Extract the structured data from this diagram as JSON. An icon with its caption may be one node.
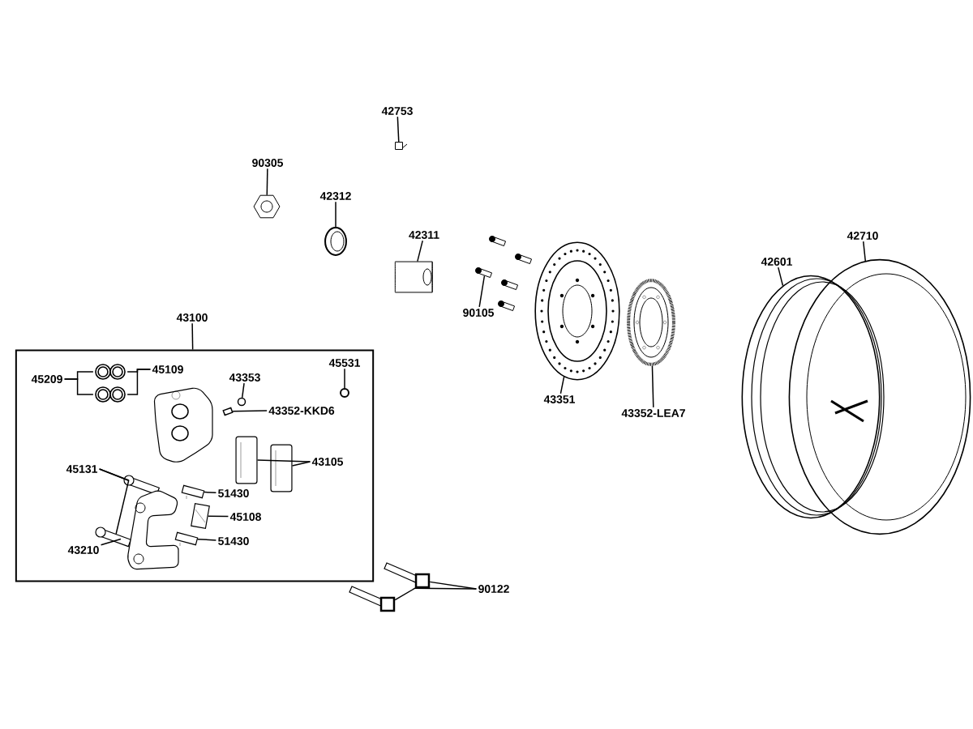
{
  "diagram": {
    "nodes": [
      {
        "text": [
          "42753"
        ]
      },
      {
        "text": [],
        "shape": "box"
      },
      {
        "text": [
          "90305"
        ]
      },
      {
        "text": [],
        "shape": "picture"
      },
      {
        "text": [
          "42312"
        ]
      },
      {
        "text": [],
        "shape": "picture"
      },
      {
        "text": [
          "42311"
        ]
      },
      {
        "text": [],
        "shape": "cylinder"
      },
      {
        "text": [
          "90105"
        ]
      },
      {
        "text": [],
        "shape": "box"
      },
      {
        "text": [
          "43351"
        ]
      },
      {
        "text": [],
        "shape": "picture"
      },
      {
        "text": [
          "43352-LEA7"
        ]
      },
      {
        "text": [],
        "shape": "picture"
      },
      {
        "text": [
          "42601"
        ]
      },
      {
        "text": [
          "42710"
        ]
      },
      {
        "text": [],
        "shape": "picture"
      },
      {
        "text": [],
        "shape": "picture"
      },
      {
        "text": [
          "43100"
        ]
      },
      {
        "text": [],
        "shape": "box"
      },
      {
        "text": [
          "45209"
        ],
        "in": 19
      },
      {
        "text": [
          "45109"
        ],
        "in": 19
      },
      {
        "text": [],
        "shape": "picture",
        "in": 19
      },
      {
        "text": [],
        "shape": "picture",
        "in": 19
      },
      {
        "text": [
          "43353"
        ],
        "in": 19
      },
      {
        "text": [],
        "shape": "circle",
        "in": 19
      },
      {
        "text": [
          "43352-KKD6"
        ],
        "in": 19
      },
      {
        "text": [],
        "shape": "box",
        "in": 19
      },
      {
        "text": [
          "45531"
        ],
        "in": 19
      },
      {
        "text": [],
        "shape": "circle",
        "in": 19
      },
      {
        "text": [
          "43105"
        ],
        "in": 19
      },
      {
        "text": [],
        "shape": "picture",
        "in": 19
      },
      {
        "text": [],
        "shape": "picture",
        "in": 19
      },
      {
        "text": [
          "45131"
        ],
        "in": 19
      },
      {
        "text": [],
        "shape": "box",
        "in": 19
      },
      {
        "text": [],
        "shape": "box",
        "in": 19
      },
      {
        "text": [
          "51430"
        ],
        "in": 19
      },
      {
        "text": [],
        "shape": "box",
        "in": 19
      },
      {
        "text": [
          "45108"
        ],
        "in": 19
      },
      {
        "text": [],
        "shape": "picture",
        "in": 19
      },
      {
        "text": [
          "51430"
        ],
        "in": 19
      },
      {
        "text": [],
        "shape": "box",
        "in": 19
      },
      {
        "text": [
          "43210"
        ],
        "in": 19
      },
      {
        "text": [],
        "shape": "picture",
        "in": 19
      },
      {
        "text": [
          "90122"
        ]
      },
      {
        "text": [],
        "shape": "box"
      },
      {
        "text": [],
        "shape": "box"
      }
    ],
    "edges": [
      {
        "from": 0,
        "to": 1,
        "arrow": "none"
      },
      {
        "from": 2,
        "to": 3,
        "arrow": "none"
      },
      {
        "from": 4,
        "to": 5,
        "arrow": "none"
      },
      {
        "from": 6,
        "to": 7,
        "arrow": "none"
      },
      {
        "from": 8,
        "to": 9,
        "arrow": "none"
      },
      {
        "from": 10,
        "to": 11,
        "arrow": "none"
      },
      {
        "from": 12,
        "to": 13,
        "arrow": "none"
      },
      {
        "from": 14,
        "to": 16,
        "arrow": "none"
      },
      {
        "from": 15,
        "to": 17,
        "arrow": "none"
      },
      {
        "from": 18,
        "to": 19,
        "arrow": "none"
      },
      {
        "from": 20,
        "to": 22,
        "arrow": "none"
      },
      {
        "from": 20,
        "to": 23,
        "arrow": "none"
      },
      {
        "from": 21,
        "to": 22,
        "arrow": "none"
      },
      {
        "from": 21,
        "to": 23,
        "arrow": "none"
      },
      {
        "from": 24,
        "to": 25,
        "arrow": "none"
      },
      {
        "from": 26,
        "to": 27,
        "arrow": "none"
      },
      {
        "from": 28,
        "to": 29,
        "arrow": "none"
      },
      {
        "from": 30,
        "to": 32,
        "arrow": "none"
      },
      {
        "from": 30,
        "to": 31,
        "arrow": "none"
      },
      {
        "from": 33,
        "to": 34,
        "arrow": "none"
      },
      {
        "from": 33,
        "to": 35,
        "arrow": "none"
      },
      {
        "from": 36,
        "to": 37,
        "arrow": "none"
      },
      {
        "from": 38,
        "to": 39,
        "arrow": "none"
      },
      {
        "from": 40,
        "to": 41,
        "arrow": "none"
      },
      {
        "from": 42,
        "to": 43,
        "arrow": "none"
      },
      {
        "from": 44,
        "to": 45,
        "arrow": "none"
      },
      {
        "from": 44,
        "to": 46,
        "arrow": "none"
      }
    ]
  }
}
